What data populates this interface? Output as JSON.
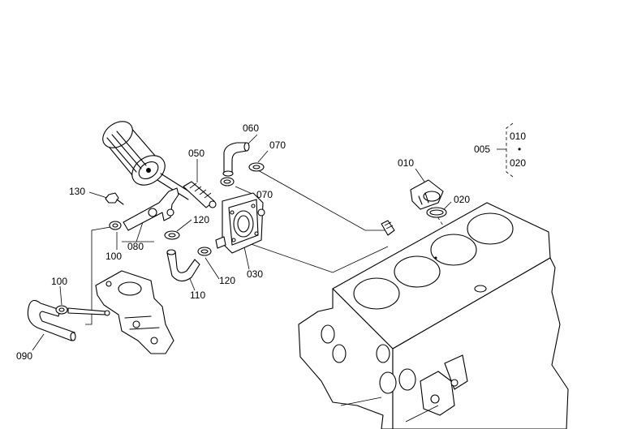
{
  "callouts": {
    "p005": "005",
    "p010": "010",
    "p010_legend": "010",
    "p020": "020",
    "p020_legend": "020",
    "p030": "030",
    "p050": "050",
    "p060": "060",
    "p070_top": "070",
    "p070_mid": "070",
    "p080": "080",
    "p090": "090",
    "p100_left": "100",
    "p100_lower": "100",
    "p110": "110",
    "p120_upper": "120",
    "p120_lower": "120",
    "p130": "130",
    "legend_dot": "•"
  }
}
